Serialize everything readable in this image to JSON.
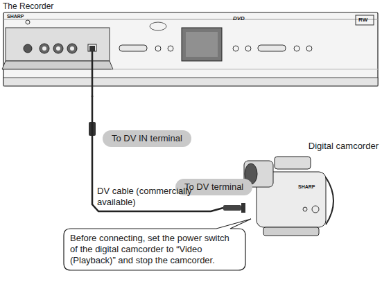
{
  "diagram": {
    "nodes": [
      {
        "text": [
          "The Recorder"
        ]
      },
      {
        "text": [
          "To DV IN terminal"
        ]
      },
      {
        "text": [
          "Digital camcorder"
        ]
      },
      {
        "text": [
          "To DV terminal"
        ]
      },
      {
        "text": [
          "Before connecting, set the power switch of the digital camcorder to “Video (Playback)” and stop the camcorder."
        ]
      }
    ],
    "edges": [
      {
        "from": 0,
        "to": 2,
        "arrow": "none"
      }
    ],
    "labels": [
      "DV cable (commercially available)",
      "SHARP",
      "DVD",
      "RW",
      "SHARP"
    ]
  }
}
